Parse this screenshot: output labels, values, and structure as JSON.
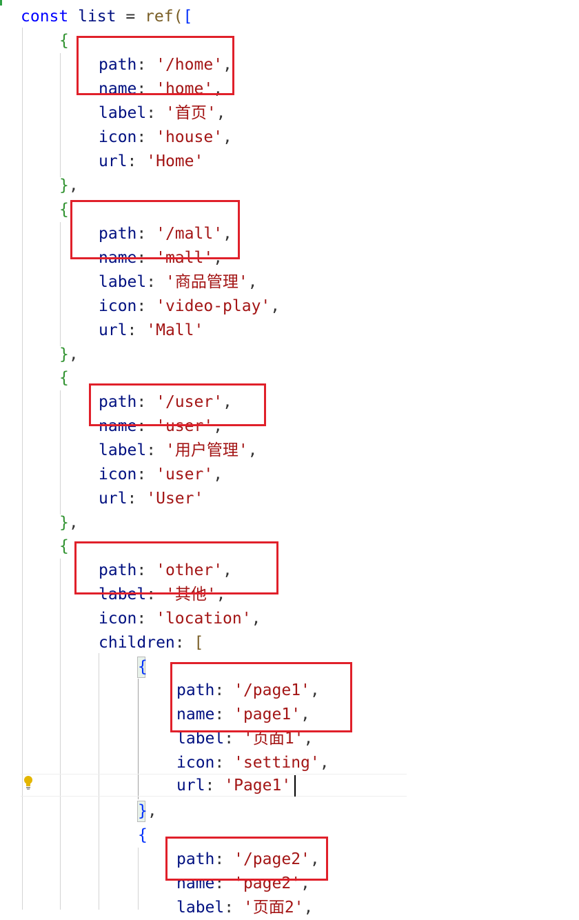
{
  "header_line": {
    "const": "const",
    "name": "list",
    "equals": "=",
    "fn": "ref",
    "open_paren": "(",
    "open_bracket": "["
  },
  "top_fragment": "· · ·",
  "items": [
    {
      "path": "'/home'",
      "name": "'home'",
      "label": "'首页'",
      "icon": "'house'",
      "url": "'Home'"
    },
    {
      "path": "'/mall'",
      "name": "'mall'",
      "label": "'商品管理'",
      "icon": "'video-play'",
      "url": "'Mall'"
    },
    {
      "path": "'/user'",
      "name": "'user'",
      "label": "'用户管理'",
      "icon": "'user'",
      "url": "'User'"
    },
    {
      "path": "'other'",
      "label": "'其他'",
      "icon": "'location'",
      "children": [
        {
          "path": "'/page1'",
          "name": "'page1'",
          "label": "'页面1'",
          "icon": "'setting'",
          "url": "'Page1'"
        },
        {
          "path": "'/page2'",
          "name": "'page2'",
          "label": "'页面2'"
        }
      ]
    }
  ],
  "keys": {
    "path": "path",
    "name": "name",
    "label": "label",
    "icon": "icon",
    "url": "url",
    "children": "children"
  },
  "punct": {
    "colon": ":",
    "comma": ",",
    "open_brace": "{",
    "close_brace": "}",
    "open_bracket": "["
  },
  "colors": {
    "highlight_box": "#e0202a",
    "keyword": "#0000ff",
    "property": "#001080",
    "string": "#a31515",
    "bracket_level1": "#795e26",
    "bracket_level2": "#0431fa",
    "bracket_level3": "#319331",
    "lightbulb": "#e4b600"
  },
  "icons": {
    "lightbulb": "lightbulb-icon"
  }
}
